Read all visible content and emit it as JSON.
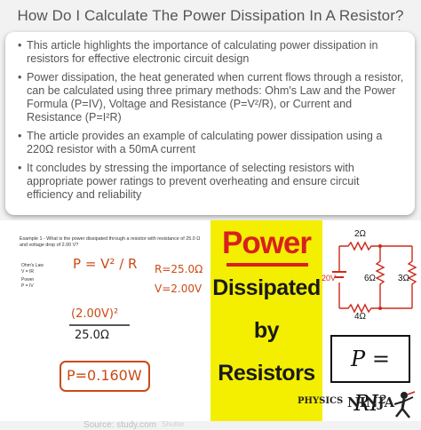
{
  "page_title": "How Do I Calculate The Power Dissipation In A Resistor?",
  "summary_points": [
    "This article highlights the importance of calculating power dissipation in resistors for effective electronic circuit design",
    "Power dissipation, the heat generated when current flows through a resistor, can be calculated using three primary methods: Ohm's Law and the Power Formula (P=IV), Voltage and Resistance (P=V²/R), or Current and Resistance (P=I²R)",
    "The article provides an example of calculating power dissipation using a 220Ω resistor with a 50mA current",
    "It concludes by stressing the importance of selecting resistors with appropriate power ratings to prevent overheating and ensure circuit efficiency and reliability"
  ],
  "bullet_glyph": "•",
  "example": {
    "title": "Example 1 - What is the power dissipated through a resistor with resistance of 25.0 Ω and voltage drop of 2.00 V?",
    "ohms_law": "Ohm's Law",
    "ohms_eq": "V = IR",
    "power": "Power",
    "power_eq": "P = IV",
    "formula": "P = V² / R",
    "given_r": "R=25.0Ω",
    "given_v": "V=2.00V",
    "sub_num": "(2.00V)²",
    "sub_den": "25.0Ω",
    "answer": "P=0.160W",
    "source": "Source: study.com",
    "watermark": "Shutter"
  },
  "banner": {
    "word1": "Power",
    "word2": "Dissipated",
    "word3": "by",
    "word4": "Resistors"
  },
  "circuit": {
    "r_top": "2Ω",
    "r_bottom": "4Ω",
    "r_middle": "6Ω",
    "r_right": "3Ω",
    "source": "20V"
  },
  "formula_box": "P = RI²",
  "logo": {
    "word1": "PHYSICS",
    "word2": "NINJA"
  },
  "colors": {
    "banner": "#f4ef00",
    "banner_title": "#d82020",
    "handwriting": "#cc4a14",
    "circuit_wire": "#cc2a1a"
  }
}
